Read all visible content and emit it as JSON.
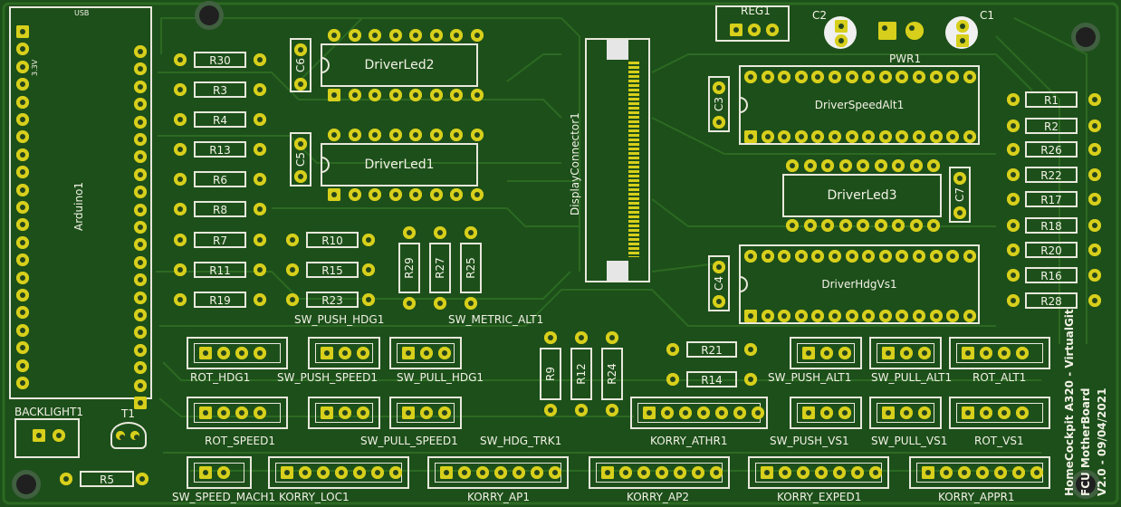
{
  "board": {
    "arduino": "Arduino1",
    "usb": "USB",
    "v33": "3.3V",
    "backlight": "BACKLIGHT1",
    "t1": "T1",
    "r5": "R5",
    "reg": "REG1",
    "pwr": "PWR1",
    "c1": "C1",
    "c2": "C2",
    "display": "DisplayConnector1",
    "drivers": {
      "led2": "DriverLed2",
      "led1": "DriverLed1",
      "led3": "DriverLed3",
      "speed": "DriverSpeedAlt1",
      "hdg": "DriverHdgVs1"
    },
    "caps": {
      "c6": "C6",
      "c5": "C5",
      "c3": "C3",
      "c7": "C7",
      "c4": "C4"
    },
    "left_resistors": [
      "R30",
      "R3",
      "R4",
      "R13",
      "R6",
      "R8",
      "R7",
      "R11",
      "R19"
    ],
    "mid_resistors": [
      "R10",
      "R15",
      "R23"
    ],
    "vert_resistors_a": [
      "R29",
      "R27",
      "R25"
    ],
    "vert_resistors_b": [
      "R9",
      "R12",
      "R24"
    ],
    "right_resistors": [
      "R1",
      "R2",
      "R26",
      "R22",
      "R17",
      "R18",
      "R20",
      "R16",
      "R28"
    ],
    "center_resistors": [
      "R21",
      "R14"
    ],
    "switch_labels_top": {
      "push_hdg": "SW_PUSH_HDG1",
      "metric": "SW_METRIC_ALT1"
    },
    "conn_row1": [
      "ROT_HDG1",
      "SW_PUSH_SPEED1",
      "SW_PULL_HDG1",
      "SW_PUSH_ALT1",
      "SW_PULL_ALT1",
      "ROT_ALT1"
    ],
    "conn_row2": [
      "ROT_SPEED1",
      "SW_PULL_SPEED1",
      "SW_HDG_TRK1",
      "KORRY_ATHR1",
      "SW_PUSH_VS1",
      "SW_PULL_VS1",
      "ROT_VS1"
    ],
    "conn_row3": [
      "SW_SPEED_MACH1",
      "KORRY_LOC1",
      "KORRY_AP1",
      "KORRY_AP2",
      "KORRY_EXPED1",
      "KORRY_APPR1"
    ],
    "vertical_title": [
      "HomeCockpit A320 - VirtualGit",
      "FCU MotherBoard",
      "V2.0 - 09/04/2021"
    ]
  }
}
